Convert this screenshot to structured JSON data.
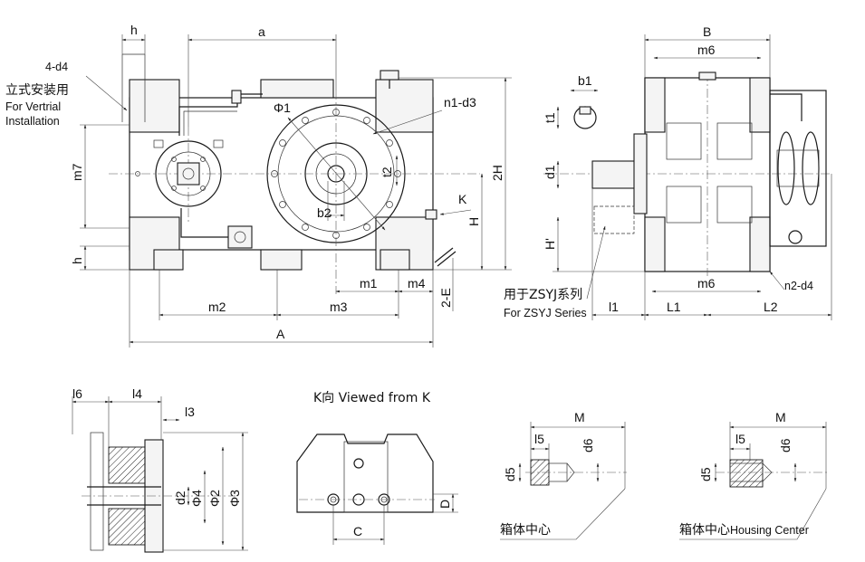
{
  "labels": {
    "h_top": "h",
    "a": "a",
    "d4": "4-d4",
    "vertical_cn": "立式安装用",
    "vertical_en_1": "For Vertrial",
    "vertical_en_2": "Installation",
    "phi1": "Φ1",
    "n1d3": "n1-d3",
    "m7": "m7",
    "t2": "t2",
    "b2": "b2",
    "h2": "2H",
    "k": "K",
    "H": "H",
    "h_bottom": "h",
    "m1": "m1",
    "m4": "m4",
    "e2": "2-E",
    "m2": "m2",
    "m3": "m3",
    "A": "A",
    "B": "B",
    "m6_top": "m6",
    "b1": "b1",
    "t1": "t1",
    "d1": "d1",
    "Hprime": "H'",
    "zsyj_cn": "用于ZSYJ系列",
    "zsyj_en": "For ZSYJ Series",
    "l1": "l1",
    "L1": "L1",
    "m6_bottom": "m6",
    "L2": "L2",
    "n2d4": "n2-d4",
    "l6": "l6",
    "l4": "l4",
    "l3": "l3",
    "d2": "d2",
    "phi4": "Φ4",
    "phi2": "Φ2",
    "phi3": "Φ3",
    "k_view": "K向  Viewed from K",
    "C": "C",
    "D": "D",
    "M_left": "M",
    "l5_left": "l5",
    "d6_left": "d6",
    "d5_left": "d5",
    "housing_cn_left": "箱体中心",
    "M_right": "M",
    "l5_right": "l5",
    "d6_right": "d6",
    "d5_right": "d5",
    "housing_cn_right": "箱体中心",
    "housing_en": "Housing Center"
  }
}
